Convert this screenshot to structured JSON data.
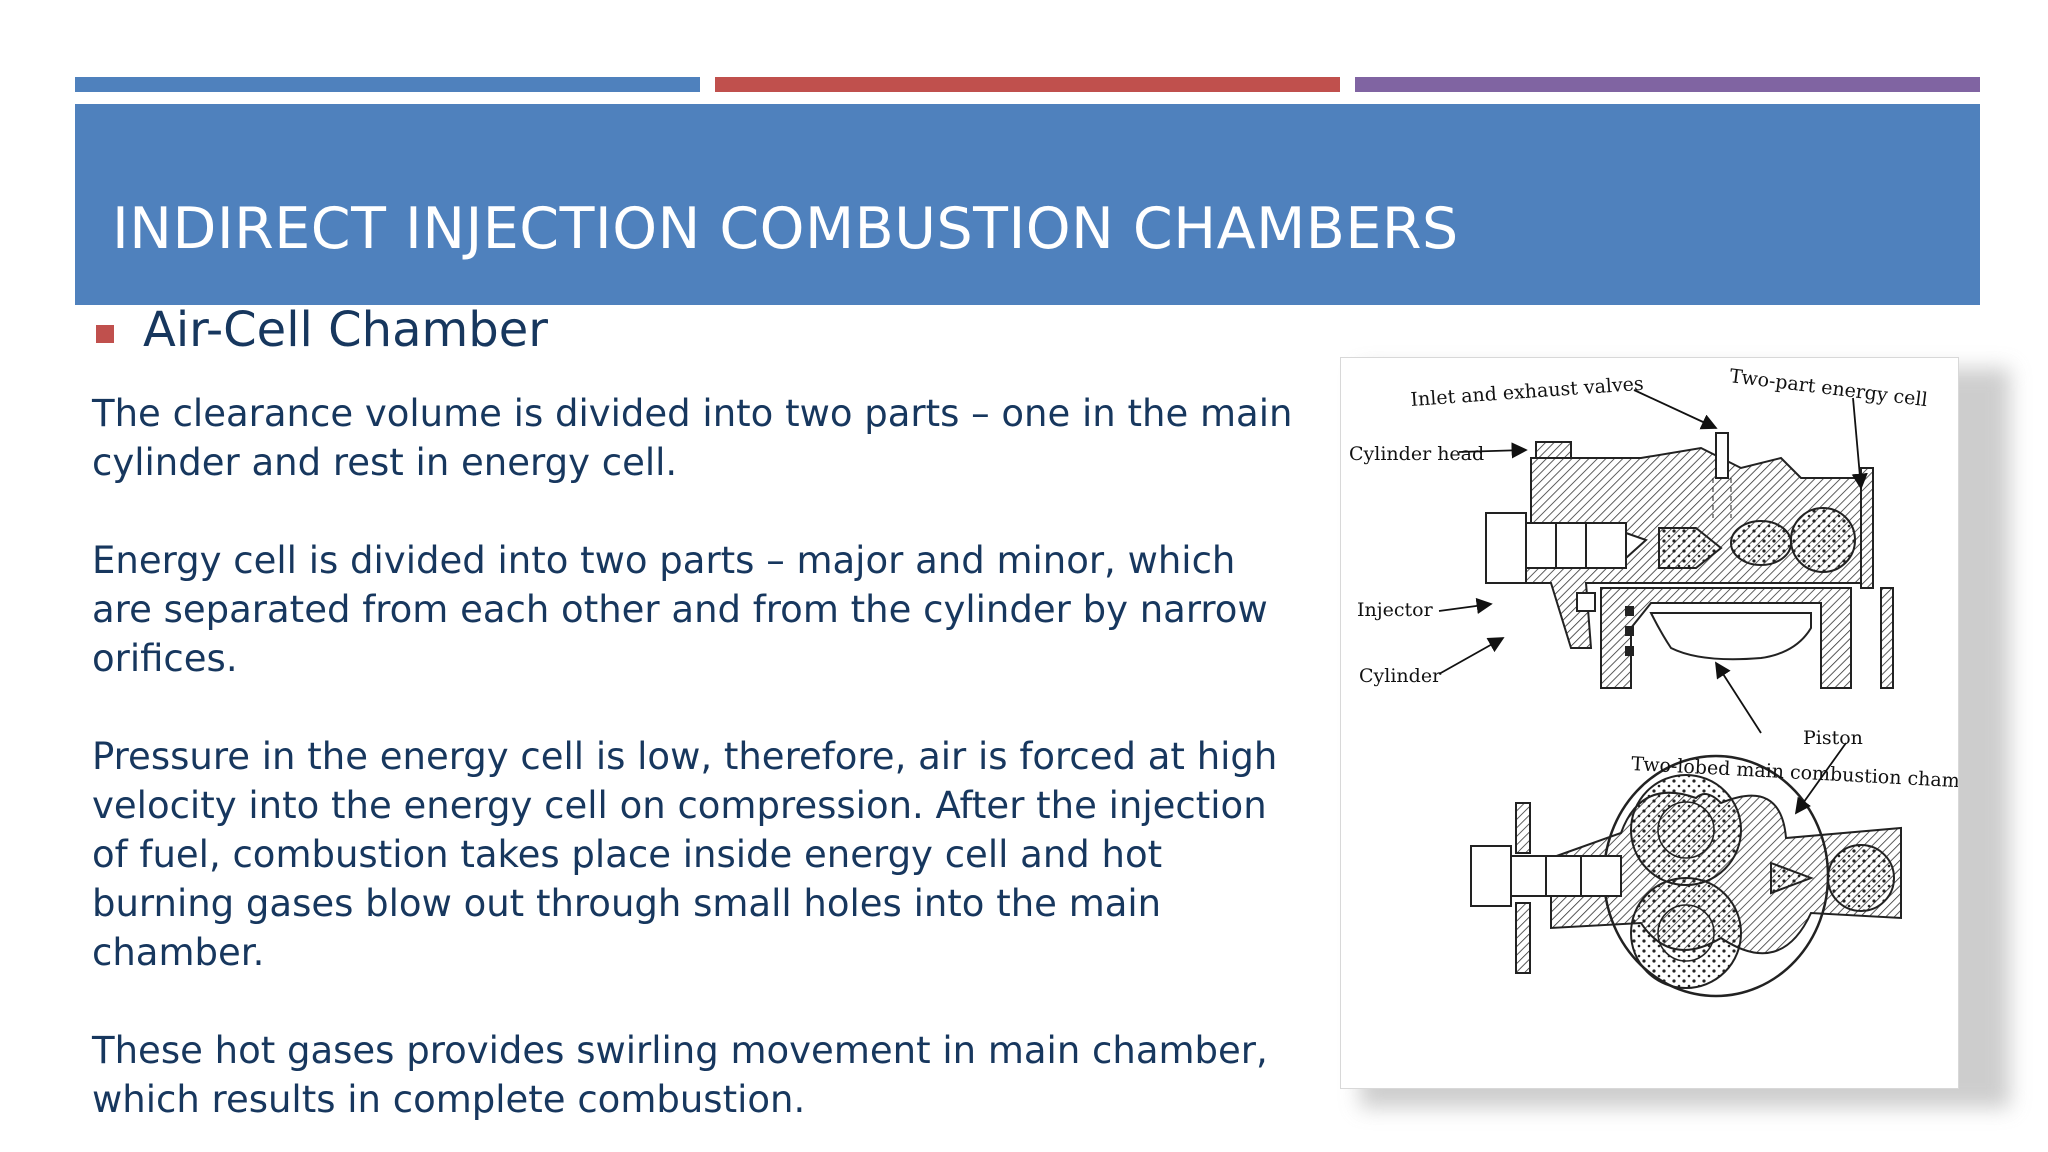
{
  "slide": {
    "title": "INDIRECT INJECTION COMBUSTION CHAMBERS",
    "bullet": "Air-Cell Chamber",
    "paragraphs": [
      "The clearance volume is divided into two parts – one in the main cylinder and rest in energy cell.",
      "Energy cell is divided into two parts – major and minor, which are separated from each other and from the cylinder by narrow orifices.",
      "Pressure in the energy cell is low, therefore, air is forced at high velocity into the energy cell on compression. After the injection of fuel, combustion takes place inside energy cell and hot burning gases blow out through small holes into the main chamber.",
      "These hot gases provides swirling movement in main chamber, which results in complete combustion."
    ],
    "accent_colors": [
      "#4f81bd",
      "#c0504d",
      "#8064a2"
    ],
    "text_color": "#17375e"
  },
  "figure": {
    "labels": {
      "inlet_exhaust": "Inlet and exhaust valves",
      "energy_cell": "Two-part energy cell",
      "cylinder_head": "Cylinder head",
      "injector": "Injector",
      "cylinder": "Cylinder",
      "piston": "Piston",
      "main_chamber": "Two-lobed main combustion chamber"
    }
  }
}
